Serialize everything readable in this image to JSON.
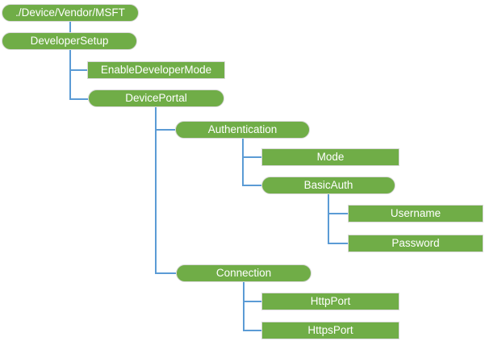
{
  "diagram": {
    "type": "tree",
    "background_color": "#ffffff",
    "node_fill_color": "#70ad47",
    "node_border_color": "#d9d9d9",
    "node_text_color": "#ffffff",
    "connector_color": "#5b9bd5",
    "nodes": [
      {
        "id": "root",
        "label": "./Device/Vendor/MSFT",
        "shape": "rounded",
        "parent": null
      },
      {
        "id": "developer-setup",
        "label": "DeveloperSetup",
        "shape": "rounded",
        "parent": "root"
      },
      {
        "id": "enable-developer-mode",
        "label": "EnableDeveloperMode",
        "shape": "rectangle",
        "parent": "developer-setup"
      },
      {
        "id": "device-portal",
        "label": "DevicePortal",
        "shape": "rounded",
        "parent": "developer-setup"
      },
      {
        "id": "authentication",
        "label": "Authentication",
        "shape": "rounded",
        "parent": "device-portal"
      },
      {
        "id": "mode",
        "label": "Mode",
        "shape": "rectangle",
        "parent": "authentication"
      },
      {
        "id": "basic-auth",
        "label": "BasicAuth",
        "shape": "rounded",
        "parent": "authentication"
      },
      {
        "id": "username",
        "label": "Username",
        "shape": "rectangle",
        "parent": "basic-auth"
      },
      {
        "id": "password",
        "label": "Password",
        "shape": "rectangle",
        "parent": "basic-auth"
      },
      {
        "id": "connection",
        "label": "Connection",
        "shape": "rounded",
        "parent": "device-portal"
      },
      {
        "id": "http-port",
        "label": "HttpPort",
        "shape": "rectangle",
        "parent": "connection"
      },
      {
        "id": "https-port",
        "label": "HttpsPort",
        "shape": "rectangle",
        "parent": "connection"
      }
    ]
  }
}
